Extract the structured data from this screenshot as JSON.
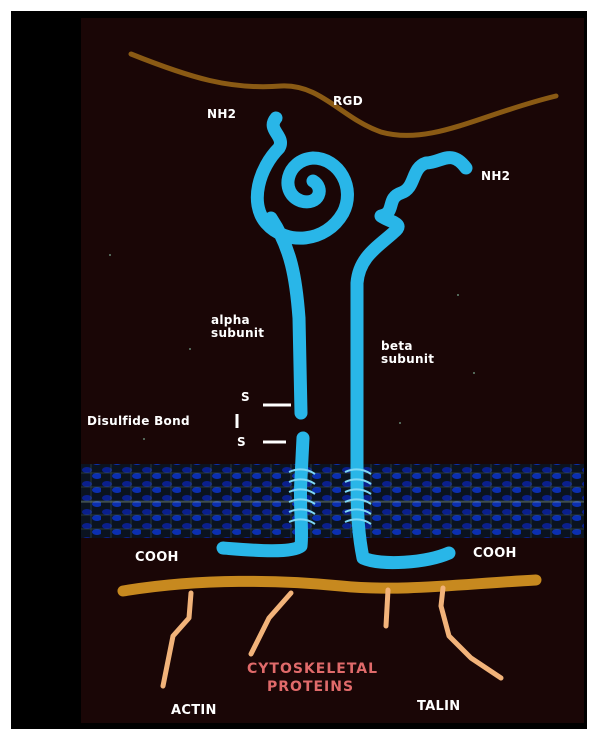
{
  "labels": {
    "rgd": "RGD",
    "nh2_alpha": "NH2",
    "nh2_beta": "NH2",
    "alpha_subunit": "alpha subunit",
    "beta_subunit": "beta subunit",
    "s_top": "S",
    "s_bottom": "S",
    "disulfide_bond": "Disulfide Bond",
    "cooh_left": "COOH",
    "cooh_right": "COOH",
    "cytoskeletal_line1": "CYTOSKELETAL",
    "cytoskeletal_line2": "PROTEINS",
    "actin": "ACTIN",
    "talin": "TALIN"
  },
  "colors": {
    "background": "#1a0606",
    "frame": "#000000",
    "protein": "#29b6e8",
    "ligand": "#8a5a14",
    "membrane_lipid": "#0a1f8c",
    "cytoskeleton_band": "#c7891f",
    "filament": "#f2b37a",
    "highlight_text": "#e06a6a"
  }
}
